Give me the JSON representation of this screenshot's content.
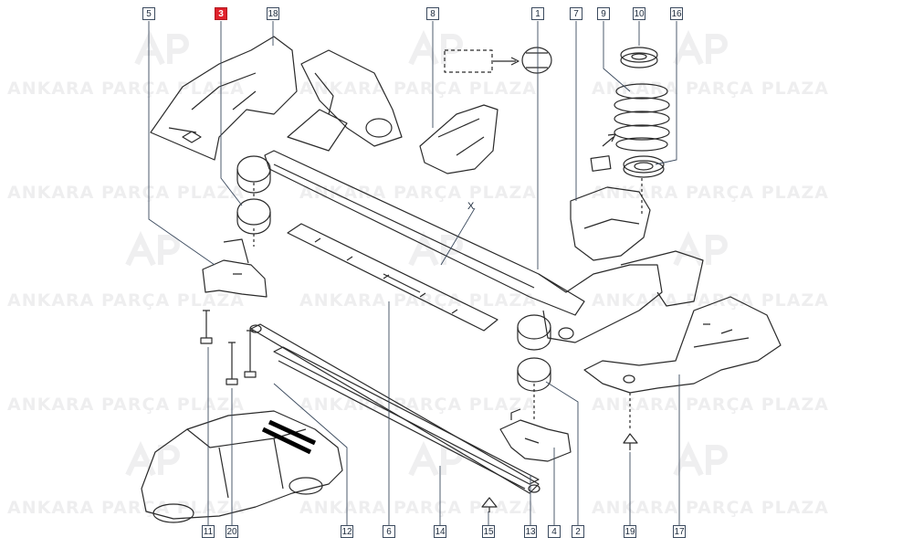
{
  "watermark": {
    "brand": "ANKARA PARÇA PLAZA",
    "logo": "AP"
  },
  "marker_x": "X",
  "callouts": [
    {
      "id": "c5",
      "label": "5"
    },
    {
      "id": "c3",
      "label": "3",
      "highlight": true
    },
    {
      "id": "c18",
      "label": "18"
    },
    {
      "id": "c8",
      "label": "8"
    },
    {
      "id": "c1",
      "label": "1"
    },
    {
      "id": "c7",
      "label": "7"
    },
    {
      "id": "c9",
      "label": "9"
    },
    {
      "id": "c10",
      "label": "10"
    },
    {
      "id": "c16",
      "label": "16"
    },
    {
      "id": "c11",
      "label": "11"
    },
    {
      "id": "c20",
      "label": "20"
    },
    {
      "id": "c12",
      "label": "12"
    },
    {
      "id": "c6",
      "label": "6"
    },
    {
      "id": "c14",
      "label": "14"
    },
    {
      "id": "c15",
      "label": "15"
    },
    {
      "id": "c13",
      "label": "13"
    },
    {
      "id": "c4",
      "label": "4"
    },
    {
      "id": "c2",
      "label": "2"
    },
    {
      "id": "c19",
      "label": "19"
    },
    {
      "id": "c17",
      "label": "17"
    }
  ],
  "colors": {
    "line": "#2a2a2a",
    "leader": "#3b4a5e",
    "highlight": "#e0212b",
    "watermark": "#8a8a95"
  }
}
